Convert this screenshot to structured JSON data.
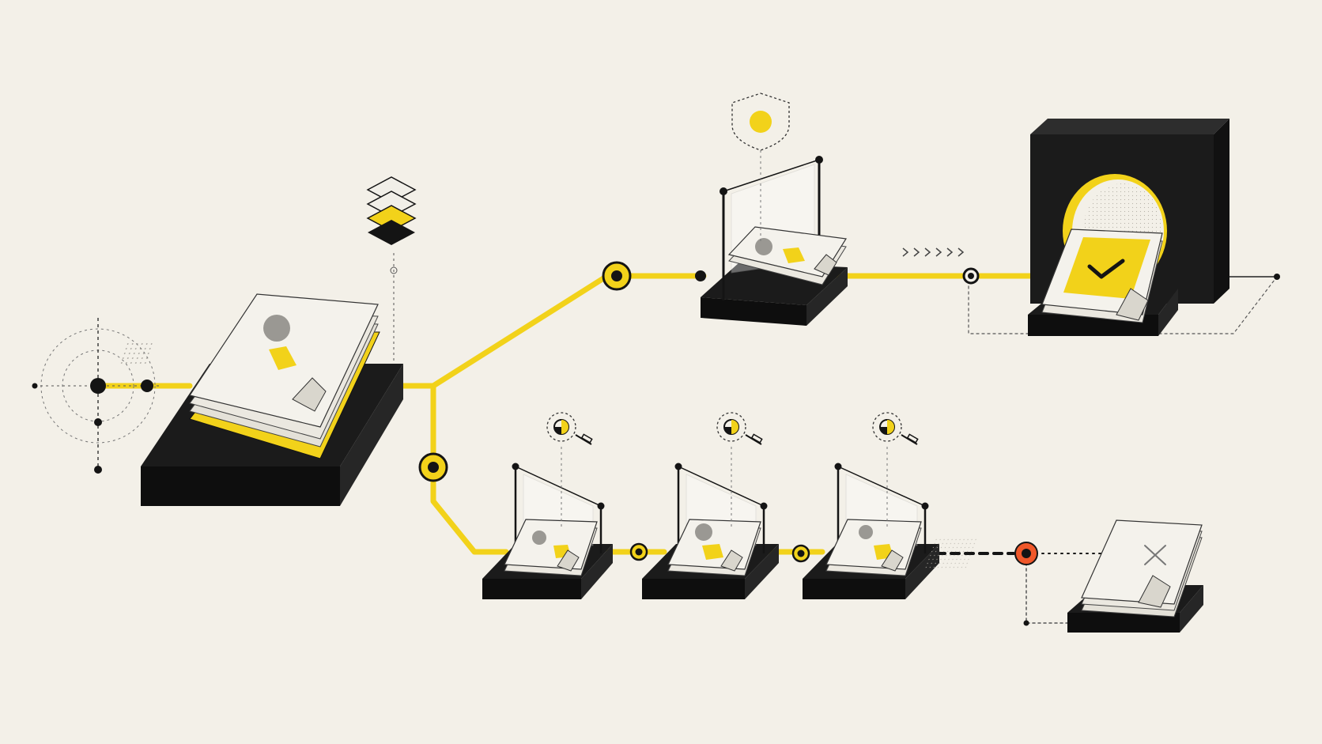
{
  "colors": {
    "background": "#f3f0e8",
    "accent_yellow": "#f2d21a",
    "ink": "#141414",
    "platform_dark": "#1b1b1b",
    "paper": "#f1efe8",
    "paper_shade": "#d9d6cd",
    "reject_orange": "#f0582a",
    "grey_mark": "#9a9893"
  },
  "icons": {
    "layers": "layers-icon",
    "shield": "shield-icon",
    "magnifier": "magnifier-icon",
    "checkmark": "checkmark-icon",
    "reject": "x-mark-icon",
    "chevrons": "chevrons-right-icon",
    "crosshair": "crosshair-icon"
  },
  "diagram": {
    "stages": [
      {
        "id": "source",
        "icon": "layers-icon"
      },
      {
        "id": "upper-check",
        "icon": "shield-icon"
      },
      {
        "id": "approved",
        "icon": "checkmark-icon"
      },
      {
        "id": "review-1",
        "icon": "magnifier-icon"
      },
      {
        "id": "review-2",
        "icon": "magnifier-icon"
      },
      {
        "id": "review-3",
        "icon": "magnifier-icon"
      },
      {
        "id": "rejected",
        "icon": "x-mark-icon"
      }
    ]
  }
}
